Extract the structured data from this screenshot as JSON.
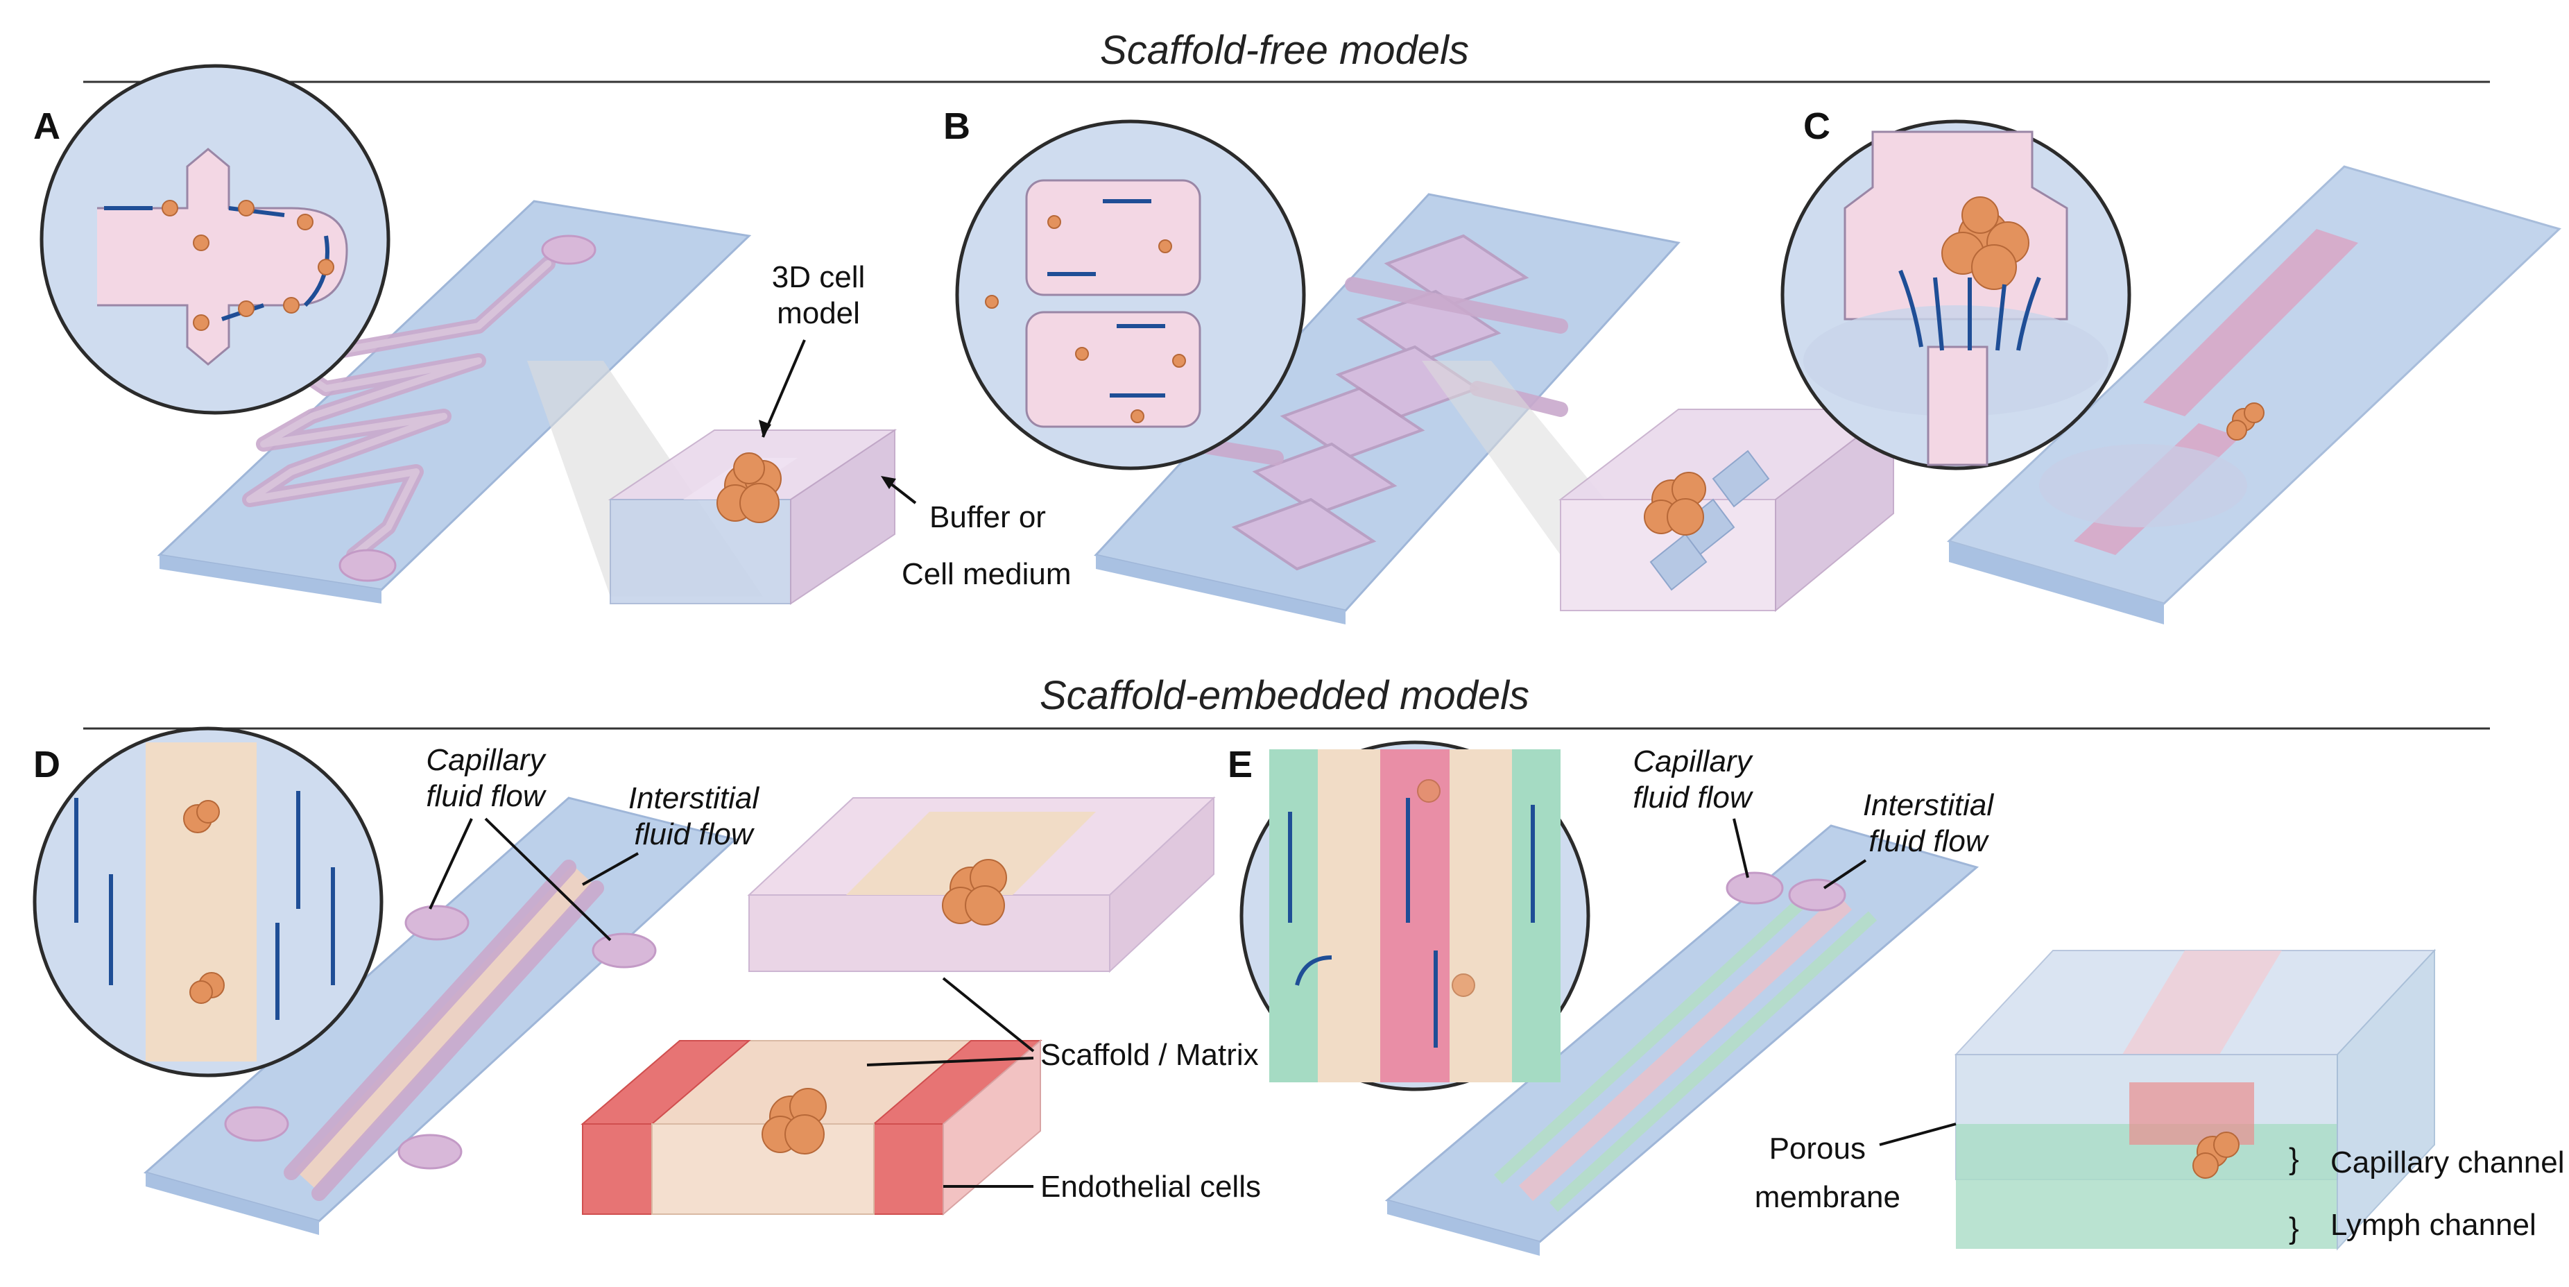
{
  "sections": {
    "top_title": "Scaffold-free models",
    "bottom_title": "Scaffold-embedded models"
  },
  "panels": {
    "A": {
      "label": "A",
      "annotations": {
        "cell_model_line1": "3D cell",
        "cell_model_line2": "model",
        "buffer_line1": "Buffer or",
        "buffer_line2": "Cell medium"
      }
    },
    "B": {
      "label": "B"
    },
    "C": {
      "label": "C"
    },
    "D": {
      "label": "D",
      "annotations": {
        "capillary_line1": "Capillary",
        "capillary_line2": "fluid flow",
        "interstitial_line1": "Interstitial",
        "interstitial_line2": "fluid flow",
        "scaffold": "Scaffold / Matrix",
        "endothelial": "Endothelial cells"
      }
    },
    "E": {
      "label": "E",
      "annotations": {
        "capillary_line1": "Capillary",
        "capillary_line2": "fluid flow",
        "interstitial_line1": "Interstitial",
        "interstitial_line2": "fluid flow",
        "porous_line1": "Porous",
        "porous_line2": "membrane",
        "capillary_channel": "Capillary channel",
        "lymph_channel": "Lymph channel"
      }
    }
  },
  "colors": {
    "chip_blue": "#bcd0ea",
    "channel_pink": "#c9a8cc",
    "spheroid_orange": "#e3925d",
    "flow_arrow_blue": "#1f4e96",
    "endothelial_red": "#e77474",
    "lymph_green": "#a9dcc6",
    "scaffold_beige": "#f1dcc6"
  }
}
